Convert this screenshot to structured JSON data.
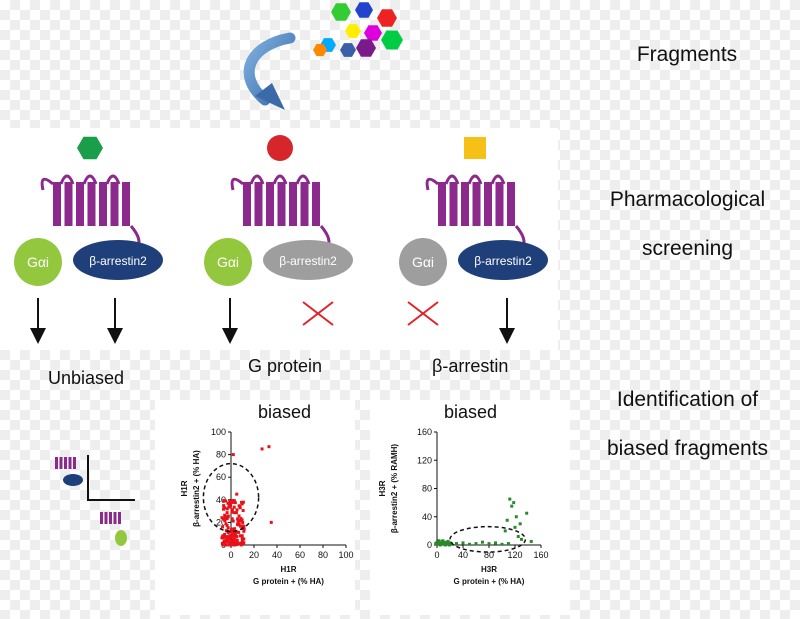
{
  "right_labels": {
    "fragments": "Fragments",
    "pharma_line1": "Pharmacological",
    "pharma_line2": "screening",
    "ident_line1": "Identification of",
    "ident_line2": "biased fragments"
  },
  "columns": [
    {
      "ligand_shape": "hexagon",
      "ligand_color": "#1a9e4a",
      "g_label": "Gαi",
      "g_color": "#93c83e",
      "arrestin_label": "β-arrestin2",
      "arrestin_color": "#1f3f7a",
      "outcome": "Unbiased"
    },
    {
      "ligand_shape": "circle",
      "ligand_color": "#d6262b",
      "g_label": "Gαi",
      "g_color": "#93c83e",
      "arrestin_label": "β-arrestin2",
      "arrestin_color": "#9e9e9e",
      "outcome": "G protein"
    },
    {
      "ligand_shape": "square",
      "ligand_color": "#f5c116",
      "g_label": "Gαi",
      "g_color": "#9e9e9e",
      "arrestin_label": "β-arrestin2",
      "arrestin_color": "#1f3f7a",
      "outcome": "β-arrestin"
    }
  ],
  "biased_labels": {
    "left": "biased",
    "right": "biased"
  },
  "colors": {
    "receptor": "#8b2a8c",
    "curve_arrow": "#4a7fb8",
    "red_cross": "#e0242a",
    "red_points": "#e8121a",
    "green_points": "#2a8a2a"
  },
  "fragment_hexagon_colors": [
    "#33cc33",
    "#2244cc",
    "#ee2222",
    "#ffee00",
    "#dd00dd",
    "#00aaff",
    "#3a5ea8",
    "#7a1a8a",
    "#00cc44",
    "#ff8800"
  ],
  "chart_data": [
    {
      "type": "scatter",
      "title": "",
      "xlabel_line1": "H1R",
      "xlabel_line2": "G protein + (% HA)",
      "ylabel_line1": "H1R",
      "ylabel_line2": "β-arrestin2 + (% HA)",
      "xlim": [
        0,
        100
      ],
      "ylim": [
        0,
        100
      ],
      "x_ticks": [
        "0",
        "20",
        "40",
        "60",
        "80",
        "100"
      ],
      "y_ticks": [
        "0",
        "20",
        "40",
        "60",
        "80",
        "100"
      ],
      "cluster": {
        "x_range": [
          -8,
          12
        ],
        "y_range": [
          0,
          40
        ],
        "count": 160
      },
      "outliers": [
        [
          2,
          80
        ],
        [
          27,
          85
        ],
        [
          33,
          87
        ],
        [
          35,
          20
        ],
        [
          5,
          45
        ],
        [
          3,
          38
        ],
        [
          8,
          33
        ]
      ],
      "highlight": {
        "x_center": 0,
        "y_center": 42,
        "x_radius": 24,
        "y_radius": 30
      }
    },
    {
      "type": "scatter",
      "title": "",
      "xlabel_line1": "H3R",
      "xlabel_line2": "G protein + (% HA)",
      "ylabel_line1": "H3R",
      "ylabel_line2": "β-arrestin2 + (% RAMH)",
      "xlim": [
        0,
        160
      ],
      "ylim": [
        0,
        160
      ],
      "x_ticks": [
        "0",
        "40",
        "80",
        "120",
        "160"
      ],
      "y_ticks": [
        "0",
        "40",
        "80",
        "120",
        "160"
      ],
      "points": [
        [
          -2,
          2
        ],
        [
          0,
          4
        ],
        [
          2,
          1
        ],
        [
          4,
          3
        ],
        [
          6,
          2
        ],
        [
          8,
          5
        ],
        [
          10,
          1
        ],
        [
          12,
          3
        ],
        [
          14,
          2
        ],
        [
          16,
          4
        ],
        [
          18,
          1
        ],
        [
          20,
          3
        ],
        [
          22,
          2
        ],
        [
          5,
          0
        ],
        [
          9,
          6
        ],
        [
          13,
          0
        ],
        [
          17,
          5
        ],
        [
          21,
          1
        ],
        [
          3,
          6
        ],
        [
          11,
          4
        ],
        [
          19,
          0
        ],
        [
          30,
          2
        ],
        [
          40,
          3
        ],
        [
          50,
          1
        ],
        [
          60,
          2
        ],
        [
          70,
          4
        ],
        [
          80,
          2
        ],
        [
          90,
          3
        ],
        [
          100,
          1
        ],
        [
          110,
          2
        ],
        [
          105,
          20
        ],
        [
          108,
          35
        ],
        [
          112,
          65
        ],
        [
          118,
          60
        ],
        [
          120,
          25
        ],
        [
          125,
          12
        ],
        [
          130,
          8
        ],
        [
          138,
          45
        ],
        [
          145,
          5
        ],
        [
          115,
          55
        ],
        [
          122,
          40
        ],
        [
          128,
          30
        ]
      ],
      "highlight": {
        "x_center": 78,
        "y_center": 8,
        "x_radius": 58,
        "y_radius": 18
      }
    }
  ]
}
